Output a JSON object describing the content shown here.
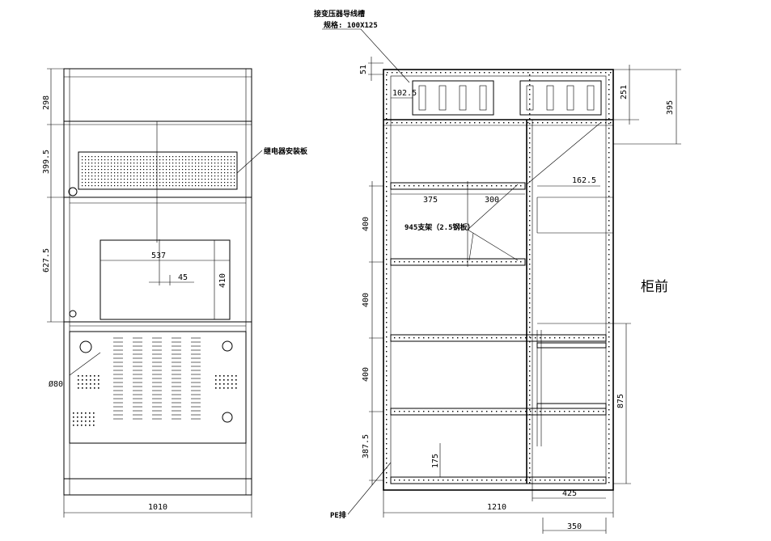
{
  "front_view": {
    "dims_vertical": [
      "298",
      "399.5",
      "627.5"
    ],
    "dim_width": "1010",
    "dim_hole": "Ø80",
    "dim_cutout_width": "537",
    "dim_cutout_height": "410",
    "dim_offset": "45",
    "label_relay_board": "继电器安装板"
  },
  "side_view": {
    "label_transformer": "接变压器导线槽",
    "label_spec": "规格: 100X125",
    "dim_top_left": "51",
    "dim_trough": "102.5",
    "dims_right": [
      "251",
      "395",
      "875"
    ],
    "dims_left": [
      "400",
      "400",
      "400",
      "387.5"
    ],
    "dim_shelf_a": "375",
    "dim_shelf_b": "300",
    "dim_upper": "162.5",
    "label_bracket": "945支架（2.5钢板）",
    "dim_inner": "175",
    "dim_bottom_a": "425",
    "dim_width": "1210",
    "dim_bottom_b": "350",
    "label_pe": "PE排",
    "label_front": "柜前"
  }
}
